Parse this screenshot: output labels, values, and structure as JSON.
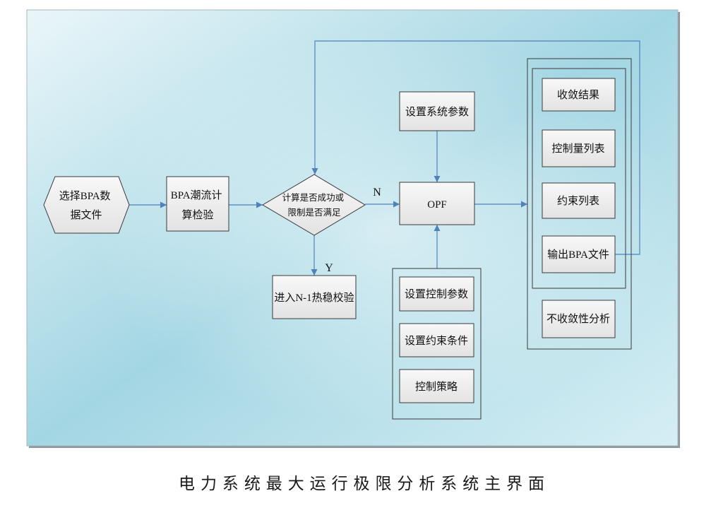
{
  "diagram": {
    "nodes": {
      "select_bpa_file": {
        "lines": [
          "选择BPA数",
          "据文件"
        ]
      },
      "bpa_flow_check": {
        "lines": [
          "BPA潮流计",
          "算检验"
        ]
      },
      "decision": {
        "lines": [
          "计算是否成功或",
          "限制是否满足"
        ]
      },
      "opf": {
        "label": "OPF"
      },
      "set_system_params": {
        "label": "设置系统参数"
      },
      "n1_thermal_check": {
        "label": "进入N-1热稳校验"
      },
      "set_control_params": {
        "label": "设置控制参数"
      },
      "set_constraint_conditions": {
        "label": "设置约束条件"
      },
      "control_strategy": {
        "label": "控制策略"
      },
      "convergence_result": {
        "label": "收敛结果"
      },
      "control_quantity_list": {
        "label": "控制量列表"
      },
      "constraint_list": {
        "label": "约束列表"
      },
      "output_bpa_file": {
        "label": "输出BPA文件"
      },
      "nonconvergence_analysis": {
        "label": "不收敛性分析"
      }
    },
    "edge_labels": {
      "no": "N",
      "yes": "Y"
    }
  },
  "caption": "电力系统最大运行极限分析系统主界面",
  "colors": {
    "connector": "#4f81bd",
    "node_border": "#3a3a3a",
    "panel_light": "#eaf6f9",
    "panel_cyan": "#a3d6e3",
    "panel_pale": "#d6eef4"
  }
}
